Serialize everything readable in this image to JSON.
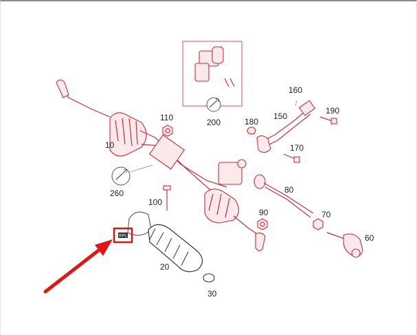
{
  "diagram": {
    "part_labels": {
      "p10": "10",
      "p20": "20",
      "p30": "30",
      "p60": "60",
      "p70": "70",
      "p80": "80",
      "p90": "90",
      "p100": "100",
      "p110": "110",
      "p150": "150",
      "p160": "160",
      "p170": "170",
      "p180": "180",
      "p190": "190",
      "p200": "200",
      "p260": "260"
    },
    "highlight_tag": "RPL",
    "colors": {
      "line_art": "#c03040",
      "label_text": "#222222",
      "highlight_box": "#e01010",
      "arrow": "#e01515"
    }
  }
}
